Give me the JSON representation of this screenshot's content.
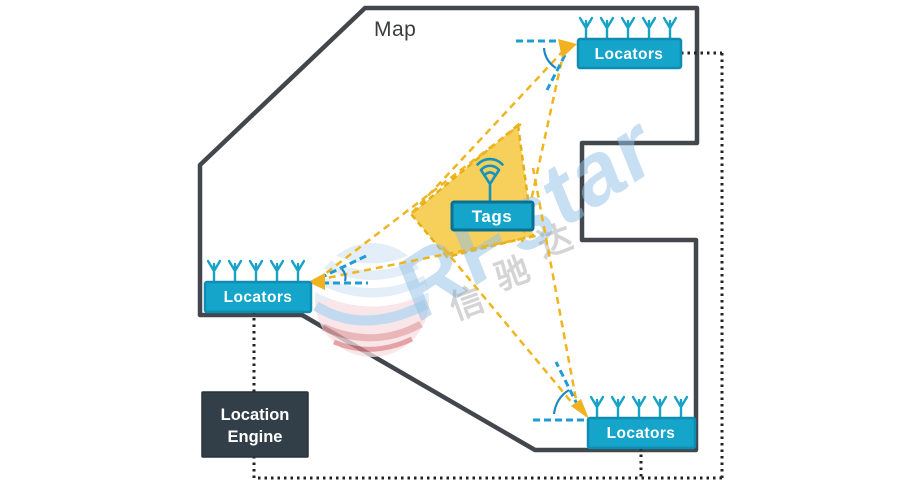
{
  "map": {
    "label": "Map"
  },
  "locators": {
    "top_right": {
      "label": "Locators"
    },
    "left": {
      "label": "Locators"
    },
    "bottom_right": {
      "label": "Locators"
    }
  },
  "tag": {
    "label": "Tags"
  },
  "location_engine": {
    "label_line1": "Location",
    "label_line2": "Engine"
  },
  "watermark": {
    "brand": "RFstar",
    "cjk": [
      "信",
      "驰",
      "达"
    ]
  },
  "colors": {
    "box_cyan": "#16a5ca",
    "box_cyan_border": "#0e8cb2",
    "tag_box_border": "#0b7092",
    "dark_box": "#323e48",
    "map_outline": "#42474d",
    "zone_gold_fill": "#f6c945",
    "zone_gold_border": "#e6ae19",
    "ray_yellow": "#efb41e",
    "blue_dash": "#1f9cd4",
    "angle_arc_blue": "#1d88c2",
    "dotted_connector": "#222222",
    "antenna_teal": "#18a3c6",
    "watermark_blue": "#94c1e7"
  }
}
